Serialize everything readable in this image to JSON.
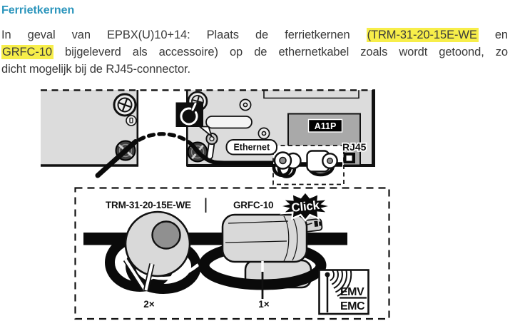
{
  "heading": {
    "title": "Ferrietkernen"
  },
  "paragraph": {
    "line1_pre": "In geval van EPBX(U)10+14: Plaats de ferrietkernen ",
    "line1_highlight": "(TRM-31-20-15E-WE",
    "line1_post": " en",
    "line2_highlight": "GRFC-10",
    "line2_post": " bijgeleverd als accessoire) op de ethernetkabel zoals wordt getoond, zo",
    "line3": "dicht mogelijk bij de RJ45-connector."
  },
  "diagram": {
    "labels": {
      "module": "A11P",
      "port": "Ethernet",
      "connector": "RJ45",
      "ferrite_toroid": "TRM-31-20-15E-WE",
      "ferrite_clamp": "GRFC-10",
      "click": "Click",
      "toroid_turns": "2×",
      "clamp_turns": "1×",
      "emc_line1": "EMV",
      "emc_line2": "EMC"
    },
    "icons": {
      "tighten_screw": "tighten-screw-icon",
      "emc_antenna": "emc-antenna-icon",
      "rj45_connector": "rj45-connector-icon"
    },
    "colors": {
      "heading_teal": "#2b95bc",
      "highlight_yellow": "#f7ee4a",
      "panel_gray": "#dcdcdc",
      "subpanel_gray": "#a9a9a9",
      "core_gray": "#d9d9d9",
      "text_dark": "#3a3a3a"
    }
  }
}
